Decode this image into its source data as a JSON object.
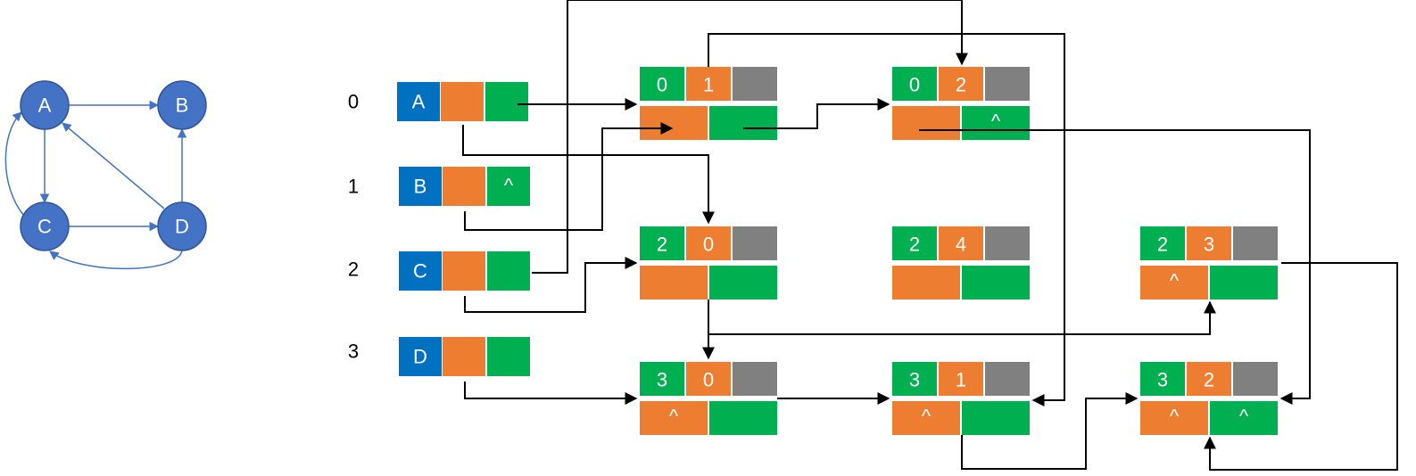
{
  "colors": {
    "blue": "#0070C0",
    "orange": "#ED7D31",
    "green": "#00B050",
    "gray": "#808080",
    "node": "#4472C4",
    "nodeStroke": "#2F5597",
    "graphEdge": "#4472C4",
    "connector": "#000000"
  },
  "graph": {
    "nodes": [
      "A",
      "B",
      "C",
      "D"
    ],
    "edges": [
      [
        "A",
        "B"
      ],
      [
        "A",
        "C"
      ],
      [
        "C",
        "A"
      ],
      [
        "C",
        "D"
      ],
      [
        "D",
        "A"
      ],
      [
        "D",
        "B"
      ],
      [
        "D",
        "C"
      ]
    ]
  },
  "vertex_list": [
    {
      "index": "0",
      "name": "A",
      "first_out": "",
      "first_in": ""
    },
    {
      "index": "1",
      "name": "B",
      "first_out": "",
      "first_in": "^"
    },
    {
      "index": "2",
      "name": "C",
      "first_out": "",
      "first_in": ""
    },
    {
      "index": "3",
      "name": "D",
      "first_out": "",
      "first_in": ""
    }
  ],
  "arc_nodes": [
    {
      "id": "e01",
      "tail": "0",
      "head": "1",
      "hlink": "",
      "tlink": ""
    },
    {
      "id": "e02",
      "tail": "0",
      "head": "2",
      "hlink": "",
      "tlink": "^"
    },
    {
      "id": "e20",
      "tail": "2",
      "head": "0",
      "hlink": "",
      "tlink": ""
    },
    {
      "id": "e24",
      "tail": "2",
      "head": "4",
      "hlink": "",
      "tlink": ""
    },
    {
      "id": "e23",
      "tail": "2",
      "head": "3",
      "hlink": "^",
      "tlink": ""
    },
    {
      "id": "e30",
      "tail": "3",
      "head": "0",
      "hlink": "^",
      "tlink": ""
    },
    {
      "id": "e31",
      "tail": "3",
      "head": "1",
      "hlink": "^",
      "tlink": ""
    },
    {
      "id": "e32",
      "tail": "3",
      "head": "2",
      "hlink": "^",
      "tlink": "^"
    }
  ]
}
